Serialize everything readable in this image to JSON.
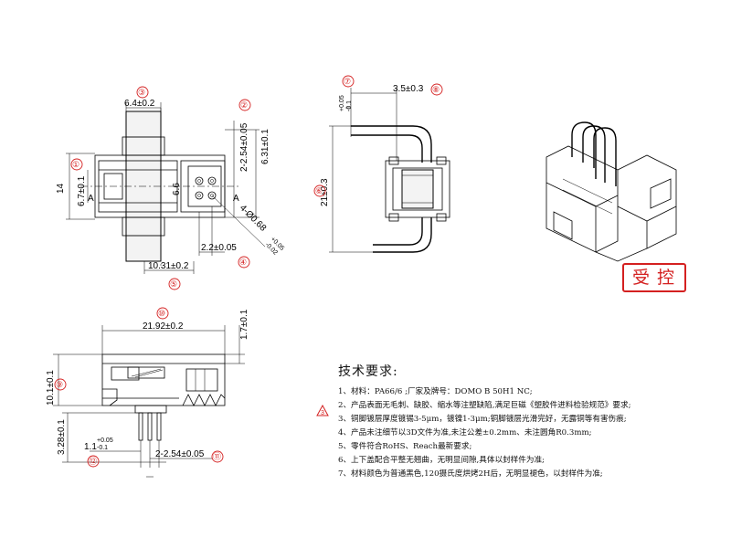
{
  "front_view": {
    "dims": {
      "top_width": "6.4±0.2",
      "pitch_top": "2-2.54±0.05",
      "height_14": "14",
      "inner_6_7": "6.7±0.1",
      "right_6_31": "6.31±0.1",
      "center_6_6": "6.6",
      "pin_dia": "4-Ø0.68",
      "pin_dia_plus": "+0.05",
      "pin_dia_minus": "-0.02",
      "pin_offset": "2.2±0.05",
      "bottom_width": "10.31±0.2",
      "section_left": "A",
      "section_right": "A"
    },
    "markers": [
      "①",
      "②",
      "③",
      "④",
      "⑤"
    ]
  },
  "side_view": {
    "dims": {
      "top_offset": "3.5±0.3",
      "height_21": "21±0.3",
      "tol_plus": "+0.05",
      "tol_minus": "-0.1"
    },
    "markers": [
      "⑥",
      "⑦",
      "⑧"
    ]
  },
  "bottom_view": {
    "dims": {
      "width": "21.92±0.2",
      "top_1_7": "1.7±0.1",
      "height_10_1": "10.1±0.1",
      "pin_3_28": "3.28±0.1",
      "pin_1_1": "1.1",
      "pin_1_1_plus": "+0.05",
      "pin_1_1_minus": "-0.1",
      "pitch_bottom": "2-2.54±0.05"
    },
    "markers": [
      "⑨",
      "⑩",
      "⑪",
      "⑫"
    ]
  },
  "stamp": "受控",
  "notes": {
    "title": "技术要求:",
    "items": [
      "1、材料：PA66/6 ;厂家及牌号：DOMO B 50H1 NC;",
      "2、产品表面无毛刺、缺胶、缩水等注塑缺陷,满足巨磁《塑胶件进料检验规范》要求;",
      "3、铜脚镀层厚度镀锡3-5μm，镀镍1-3μm;铜脚镀层光滑完好，无露铜等有害伤痕;",
      "4、产品未注细节以3D文件为准,未注公差±0.2mm、未注圆角R0.3mm;",
      "5、零件符合RoHS、Reach最新要求;",
      "6、上下盖配合平整无翘曲，无明显间隙,具体以封样件为准;",
      "7、材料颜色为普通黑色,120摄氏度烘烤2H后，无明显褪色，以封样件为准;"
    ]
  },
  "colors": {
    "marker": "#d42020",
    "line": "#000000"
  }
}
